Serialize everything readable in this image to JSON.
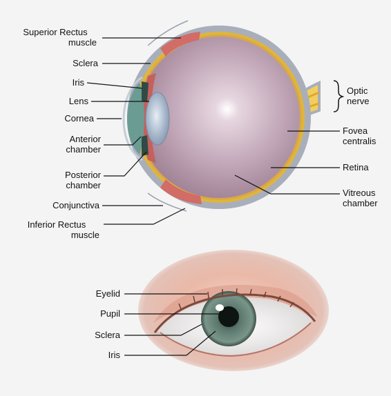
{
  "cross_section": {
    "left_labels": [
      {
        "id": "superior-rectus",
        "line1": "Superior Rectus",
        "line2": "muscle"
      },
      {
        "id": "sclera",
        "line1": "Sclera"
      },
      {
        "id": "iris",
        "line1": "Iris"
      },
      {
        "id": "lens",
        "line1": "Lens"
      },
      {
        "id": "cornea",
        "line1": "Cornea"
      },
      {
        "id": "anterior-chamber",
        "line1": "Anterior",
        "line2": "chamber"
      },
      {
        "id": "posterior-chamber",
        "line1": "Posterior",
        "line2": "chamber"
      },
      {
        "id": "conjunctiva",
        "line1": "Conjunctiva"
      },
      {
        "id": "inferior-rectus",
        "line1": "Inferior Rectus",
        "line2": "muscle"
      }
    ],
    "right_labels": [
      {
        "id": "optic-nerve",
        "line1": "Optic",
        "line2": "nerve"
      },
      {
        "id": "fovea-centralis",
        "line1": "Fovea",
        "line2": "centralis"
      },
      {
        "id": "retina",
        "line1": "Retina"
      },
      {
        "id": "vitreous-chamber",
        "line1": "Vitreous",
        "line2": "chamber"
      }
    ]
  },
  "external_view": {
    "labels": [
      {
        "id": "eyelid",
        "line1": "Eyelid"
      },
      {
        "id": "pupil",
        "line1": "Pupil"
      },
      {
        "id": "sclera",
        "line1": "Sclera"
      },
      {
        "id": "iris",
        "line1": "Iris"
      }
    ]
  },
  "colors": {
    "background": "#f4f4f4",
    "sclera_wall": "#a9aebb",
    "retina": "#e0b53c",
    "vitreous": "#b99fb0",
    "muscle": "#d16c66",
    "iris_green": "#5f7c72",
    "skin": "#e0ab98",
    "label_text": "#111111"
  }
}
